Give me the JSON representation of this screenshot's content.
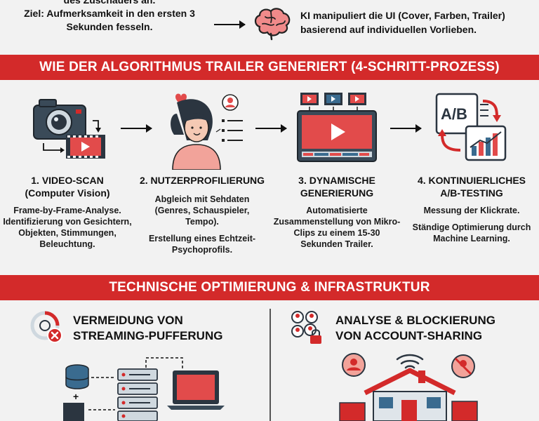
{
  "intro": {
    "left_cut_line": "des Zuschauers an.",
    "left_goal": "Ziel: Aufmerksamkeit in den ersten 3 Sekunden fesseln.",
    "right_text": "KI manipuliert die UI (Cover, Farben, Trailer) basierend auf individuellen Vorlieben.",
    "brain_icon": "brain-icon"
  },
  "banner_process": "WIE DER ALGORITHMUS TRAILER GENERIERT (4-SCHRITT-PROZESS)",
  "steps": [
    {
      "title_line1": "1. VIDEO-SCAN",
      "title_line2": "(Computer Vision)",
      "desc": [
        "Frame-by-Frame-Analyse. Identifizierung von Gesichtern, Objekten, Stimmungen, Beleuchtung."
      ],
      "icon": "camera-film-icon"
    },
    {
      "title_line1": "2. NUTZERPROFILIERUNG",
      "title_line2": "",
      "desc": [
        "Abgleich mit Sehdaten (Genres, Schauspieler, Tempo).",
        "Erstellung eines Echtzeit-Psychoprofils."
      ],
      "icon": "user-profile-icon"
    },
    {
      "title_line1": "3. DYNAMISCHE",
      "title_line2": "GENERIERUNG",
      "desc": [
        "Automatisierte Zusammenstellung von Mikro-Clips zu einem 15-30 Sekunden Trailer."
      ],
      "icon": "video-editor-icon"
    },
    {
      "title_line1": "4. KONTINUIERLICHES",
      "title_line2": "A/B-TESTING",
      "desc": [
        "Messung der Klickrate.",
        "Ständige Optimierung durch Machine Learning."
      ],
      "icon": "ab-test-icon"
    }
  ],
  "banner_infra": "TECHNISCHE OPTIMIERUNG & INFRASTRUKTUR",
  "infra": [
    {
      "title": "VERMEIDUNG VON STREAMING-PUFFERUNG",
      "title_line1": "VERMEIDUNG VON",
      "title_line2": "STREAMING-PUFFERUNG",
      "icon": "buffering-blocked-icon"
    },
    {
      "title": "ANALYSE & BLOCKIERUNG VON ACCOUNT-SHARING",
      "title_line1": "ANALYSE & BLOCKIERUNG",
      "title_line2": "VON ACCOUNT-SHARING",
      "icon": "account-sharing-lock-icon"
    }
  ],
  "colors": {
    "accent": "#d32a2a",
    "background": "#f2f2f2",
    "icon_blue": "#3a6b8f",
    "icon_dark": "#2b3540",
    "icon_pink": "#f2a39a"
  },
  "ab_label": "A/B"
}
